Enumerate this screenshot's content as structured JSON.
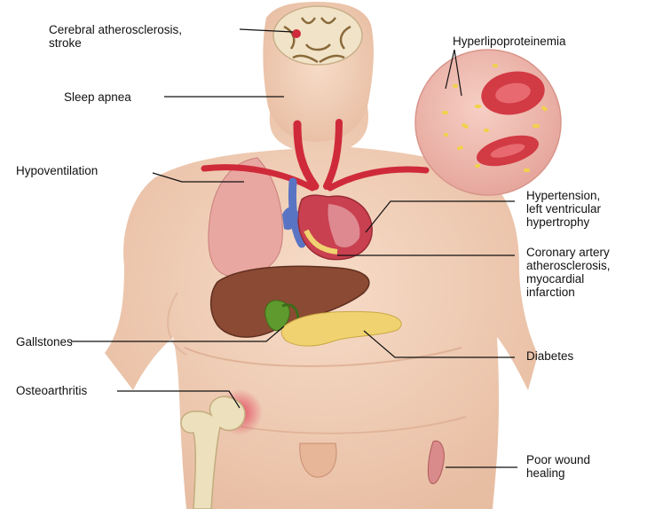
{
  "colors": {
    "skin": "#f3cfb7",
    "skin_shadow": "#e2b59a",
    "lung": "#e9a7a2",
    "artery": "#cf2a3a",
    "vein": "#5a74c4",
    "liver": "#8b4a33",
    "gallbladder": "#5e9a2d",
    "pancreas": "#f0d270",
    "blood_cell": "#d23a44",
    "lipid": "#f2d14c",
    "bone": "#ede0bc",
    "inflammation": "#e2445e",
    "brain": "#f1e3c8"
  },
  "labels": {
    "cerebral": "Cerebral atherosclerosis,\nstroke",
    "sleep_apnea": "Sleep apnea",
    "hypoventilation": "Hypoventilation",
    "gallstones": "Gallstones",
    "osteoarthritis": "Osteoarthritis",
    "hyperlipo": "Hyperlipoproteinemia",
    "hypertension": "Hypertension,\nleft ventricular\nhypertrophy",
    "coronary": "Coronary artery\natherosclerosis,\nmyocardial\ninfarction",
    "diabetes": "Diabetes",
    "wound": "Poor wound\nhealing"
  }
}
